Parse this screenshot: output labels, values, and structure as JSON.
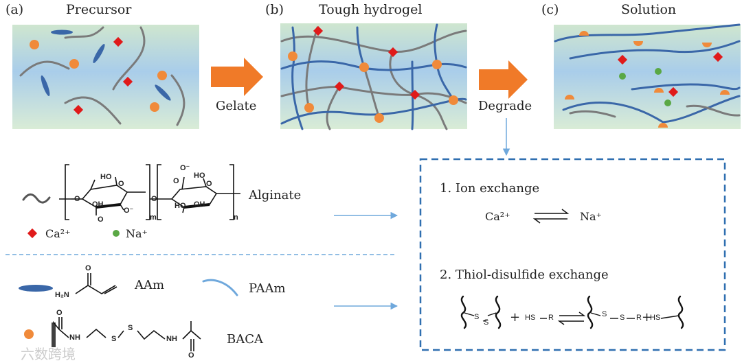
{
  "panels": [
    {
      "letter": "(a)",
      "title": "Precursor"
    },
    {
      "letter": "(b)",
      "title": "Tough hydrogel"
    },
    {
      "letter": "(c)",
      "title": "Solution"
    }
  ],
  "arrows": {
    "gelate": "Gelate",
    "degrade": "Degrade"
  },
  "legend": {
    "alginate": "Alginate",
    "ca": "Ca²⁺",
    "na": "Na⁺",
    "aam": "AAm",
    "paam": "PAAm",
    "baca": "BACA"
  },
  "chem": {
    "ho": "HO",
    "oh": "OH",
    "o": "O",
    "ominus": "O⁻",
    "m": "m",
    "n": "n",
    "h2n": "H₂N",
    "nh": "NH",
    "s": "S",
    "hs": "HS",
    "r": "R"
  },
  "mechanism": {
    "step1": "1.  Ion exchange",
    "ca": "Ca²⁺",
    "na": "Na⁺",
    "step2": "2.  Thiol-disulfide exchange",
    "plus": "+"
  },
  "watermark": "六数跨境",
  "colors": {
    "ca": "#e01a1a",
    "na": "#5aa845",
    "orange": "#f08a3a",
    "blue_chain": "#3a67a8",
    "gray_chain": "#7a7a7a",
    "box_border": "#2f6fb0",
    "guide": "#6fa8dc",
    "arrow_fill": "#f07a28"
  }
}
